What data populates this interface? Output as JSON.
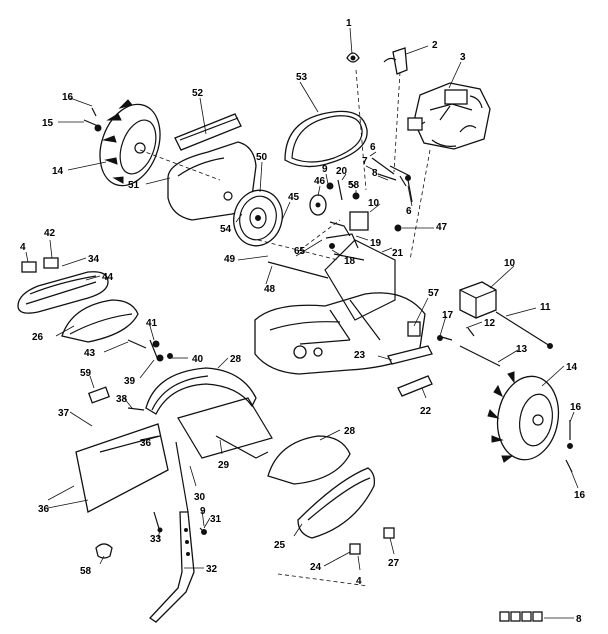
{
  "diagram": {
    "callouts": [
      "1",
      "2",
      "3",
      "4",
      "42",
      "34",
      "44",
      "16",
      "15",
      "14",
      "52",
      "53",
      "51",
      "50",
      "46",
      "9",
      "20",
      "58",
      "6",
      "7",
      "8",
      "10",
      "54",
      "45",
      "65",
      "19",
      "18",
      "21",
      "47",
      "49",
      "48",
      "57",
      "17",
      "12",
      "11",
      "26",
      "43",
      "41",
      "40",
      "39",
      "28",
      "59",
      "38",
      "37",
      "36",
      "29",
      "30",
      "9b",
      "31",
      "33",
      "32",
      "58b",
      "25",
      "24",
      "27",
      "23",
      "22",
      "13",
      "16b",
      "16c",
      "10b",
      "6b",
      "4b",
      "8b"
    ],
    "labels": {
      "1": "1",
      "2": "2",
      "3": "3",
      "4": "4",
      "42": "42",
      "34": "34",
      "44": "44",
      "16": "16",
      "15": "15",
      "14": "14",
      "52": "52",
      "53": "53",
      "51": "51",
      "50": "50",
      "46": "46",
      "9": "9",
      "20": "20",
      "58": "58",
      "6": "6",
      "7": "7",
      "8": "8",
      "10": "10",
      "54": "54",
      "45": "45",
      "65": "65",
      "19": "19",
      "18": "18",
      "21": "21",
      "47": "47",
      "49": "49",
      "48": "48",
      "57": "57",
      "17": "17",
      "12": "12",
      "11": "11",
      "26": "26",
      "43": "43",
      "41": "41",
      "40": "40",
      "39": "39",
      "28": "28",
      "59": "59",
      "38": "38",
      "37": "37",
      "36": "36",
      "29": "29",
      "30": "30",
      "9b": "9",
      "31": "31",
      "33": "33",
      "32": "32",
      "58b": "58",
      "25": "25",
      "24": "24",
      "27": "27",
      "23": "23",
      "22": "22",
      "13": "13",
      "16b": "16",
      "16c": "16",
      "10b": "10",
      "6b": "6",
      "4b": "4",
      "8b": "8",
      "14b": "14",
      "36b": "36",
      "28b": "28"
    }
  }
}
